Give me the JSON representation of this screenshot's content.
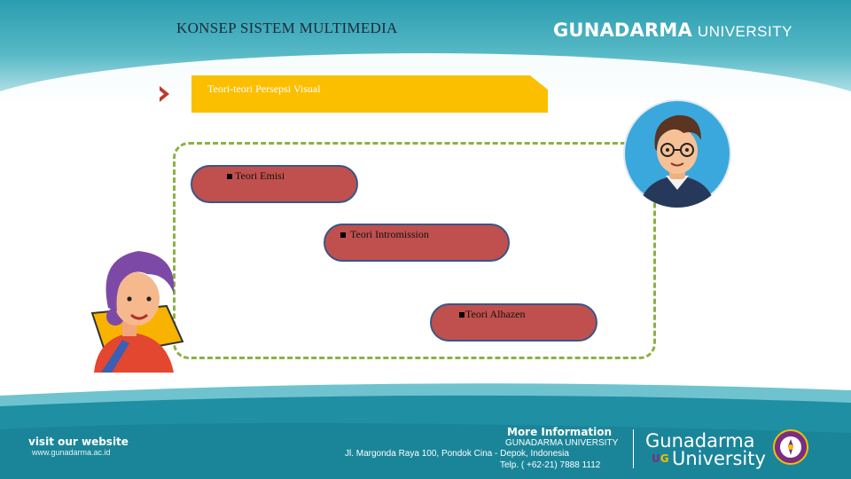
{
  "header": {
    "course_title": "KONSEP SISTEM MULTIMEDIA",
    "university_main": "GUNADARMA",
    "university_sub": "UNIVERSITY"
  },
  "section": {
    "title": "Teori-teori Persepsi Visual",
    "arrow_icon": "chevron-right-icon"
  },
  "theories": [
    {
      "label": "Teori Emisi"
    },
    {
      "label": "Teori Intromission"
    },
    {
      "label": "Teori Alhazen"
    }
  ],
  "footer": {
    "visit_title": "visit our website",
    "visit_url": "www.gunadarma.ac.id",
    "info_title": "More Information",
    "info_lines": [
      "GUNADARMA UNIVERSITY",
      "Jl. Margonda Raya 100, Pondok Cina - Depok, Indonesia",
      "Telp. ( +62-21) 7888 1112"
    ],
    "logo_line_1": "Gunadarma",
    "logo_line_2": "University",
    "ug_u": "U",
    "ug_g": "G"
  },
  "colors": {
    "header_teal": "#2a9db0",
    "banner_yellow": "#fbbf00",
    "pill_red": "#c0504d",
    "pill_border": "#3a5685",
    "frame_green": "#8bb142",
    "footer_teal": "#1f8fa3"
  }
}
